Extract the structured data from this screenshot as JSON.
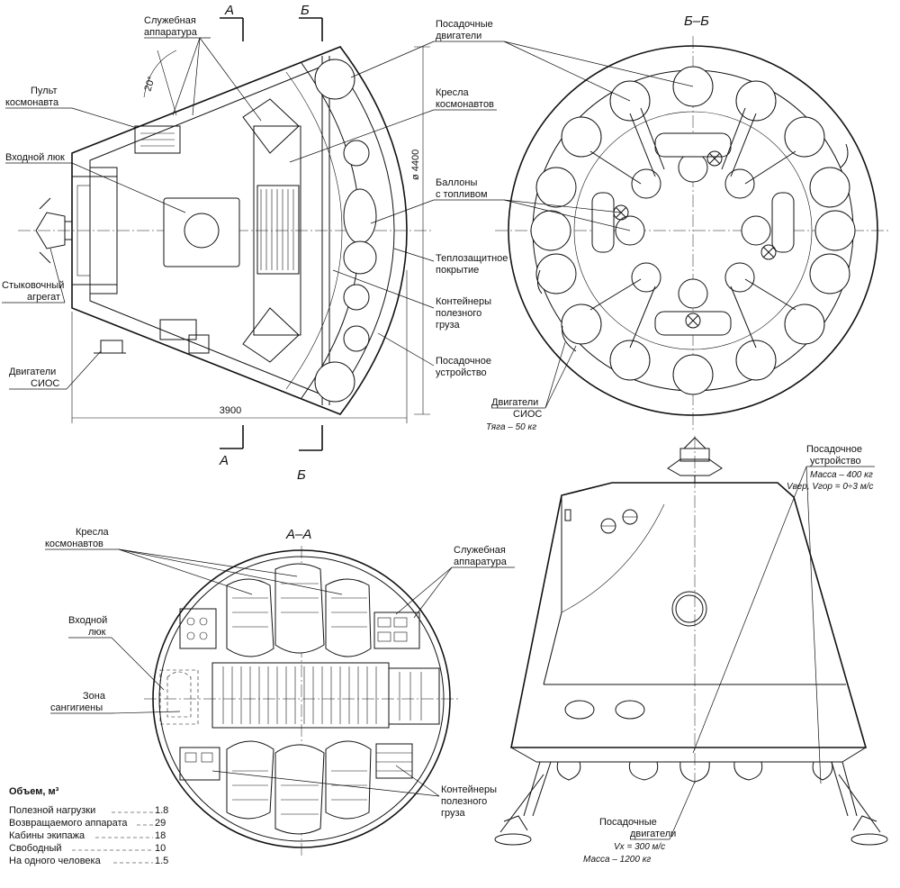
{
  "side_view": {
    "section_marks": {
      "a_top": "А",
      "b_top": "Б",
      "a_bottom": "А",
      "b_bottom": "Б"
    },
    "angle": "20°",
    "diameter": "ø 4400",
    "length": "3900",
    "labels": {
      "service_equipment": [
        "Служебная",
        "аппаратура"
      ],
      "console": [
        "Пульт",
        "космонавта"
      ],
      "hatch": "Входной люк",
      "docking": [
        "Стыковочный",
        "агрегат"
      ],
      "sios": [
        "Двигатели",
        "СИОС"
      ],
      "landing_engines": [
        "Посадочные",
        "двигатели"
      ],
      "seats": [
        "Кресла",
        "космонавтов"
      ],
      "tanks": [
        "Баллоны",
        "с топливом"
      ],
      "heat_shield": [
        "Теплозащитное",
        "покрытие"
      ],
      "containers": [
        "Контейнеры",
        "полезного",
        "груза"
      ],
      "landing_gear": [
        "Посадочное",
        "устройство"
      ]
    }
  },
  "section_bb": {
    "title": "Б–Б",
    "sios_label": [
      "Двигатели",
      "СИОС"
    ],
    "thrust": "Тяга – 50 кг"
  },
  "section_aa": {
    "title": "А–А",
    "labels": {
      "seats": [
        "Кресла",
        "космонавтов"
      ],
      "service_equipment": [
        "Служебная",
        "аппаратура"
      ],
      "hatch": [
        "Входной",
        "люк"
      ],
      "hygiene": [
        "Зона",
        "сангигиены"
      ],
      "containers": [
        "Контейнеры",
        "полезного",
        "груза"
      ]
    },
    "volume_table": {
      "title": "Объем, м³",
      "rows": [
        {
          "label": "Полезной нагрузки",
          "value": "1.8"
        },
        {
          "label": "Возвращаемого аппарата",
          "value": "29"
        },
        {
          "label": "Кабины экипажа",
          "value": "18"
        },
        {
          "label": "Свободный",
          "value": "10"
        },
        {
          "label": "На одного человека",
          "value": "1.5"
        }
      ]
    }
  },
  "exterior_view": {
    "landing_gear_label": [
      "Посадочное",
      "устройство"
    ],
    "landing_gear_mass": "Масса – 400 кг",
    "landing_gear_speed": "Vвер, Vгор = 0÷3 м/с",
    "landing_engines_label": [
      "Посадочные",
      "двигатели"
    ],
    "landing_engines_speed": "Vx = 300 м/с",
    "landing_engines_mass": "Масса – 1200 кг"
  }
}
